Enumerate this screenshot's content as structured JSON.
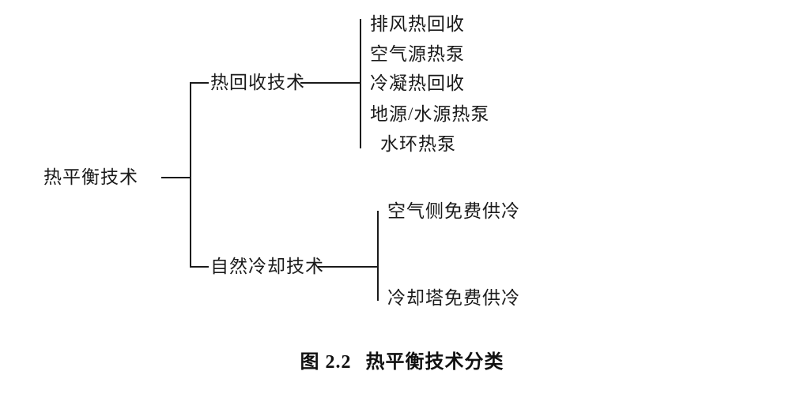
{
  "diagram": {
    "root": "热平衡技术",
    "branches": [
      {
        "label": "热回收技术",
        "children": [
          "排风热回收",
          "空气源热泵",
          "冷凝热回收",
          "地源/水源热泵",
          "水环热泵"
        ]
      },
      {
        "label": "自然冷却技术",
        "children": [
          "空气侧免费供冷",
          "冷却塔免费供冷"
        ]
      }
    ],
    "caption": {
      "figure_label": "图 2.2",
      "title": "热平衡技术分类"
    }
  },
  "colors": {
    "ink": "#1a1a1a",
    "background": "#ffffff"
  }
}
